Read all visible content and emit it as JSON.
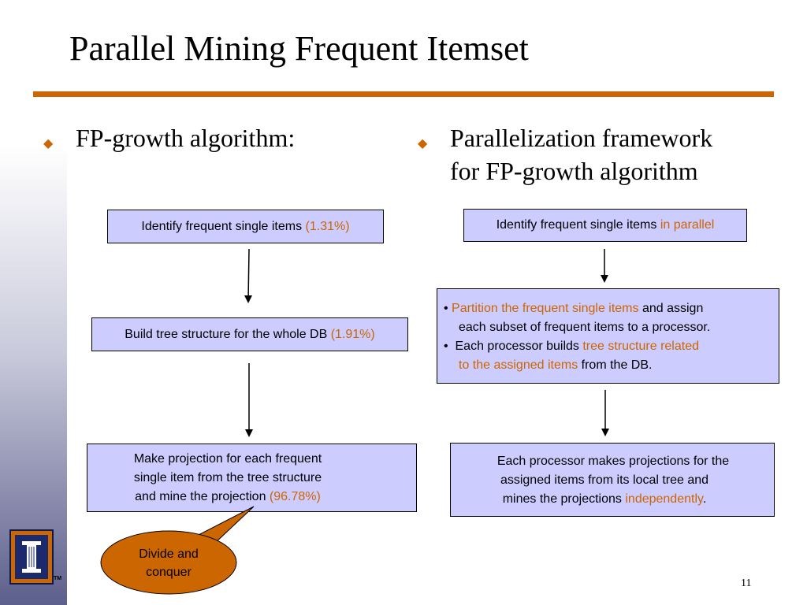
{
  "slide": {
    "title": "Parallel Mining Frequent Itemset",
    "page_number": "11",
    "accent_color": "#cc6600",
    "box_fill_color": "#ccccff"
  },
  "left_column": {
    "bullet": "FP-growth algorithm:",
    "step1": {
      "text": "Identify frequent single items ",
      "highlight": "(1.31%)"
    },
    "step2": {
      "text": "Build tree structure for the whole DB ",
      "highlight": "(1.91%)"
    },
    "step3": {
      "line1": "Make projection for each frequent",
      "line2": "single item from the tree structure",
      "line3": "and mine the projection ",
      "highlight": "(96.78%)"
    },
    "callout": {
      "line1": "Divide and",
      "line2": "conquer"
    }
  },
  "right_column": {
    "bullet_line1": "Parallelization framework",
    "bullet_line2": "for FP-growth algorithm",
    "step1": {
      "text": "Identify frequent single items ",
      "highlight": "in parallel"
    },
    "step2": {
      "item1_highlight": "Partition the frequent single items",
      "item1_rest": " and assign",
      "item1_line2": "each subset of frequent items to a processor.",
      "item2_text": "Each processor builds ",
      "item2_highlight": "tree structure related",
      "item2_highlight_line2": "to the assigned items",
      "item2_rest": " from the DB."
    },
    "step3": {
      "line1": "Each processor makes projections for the",
      "line2": "assigned items from its local tree and",
      "line3": "mines the projections ",
      "highlight": "independently",
      "end": "."
    }
  },
  "logo": {
    "icon": "university-column-logo",
    "trademark": "TM"
  }
}
